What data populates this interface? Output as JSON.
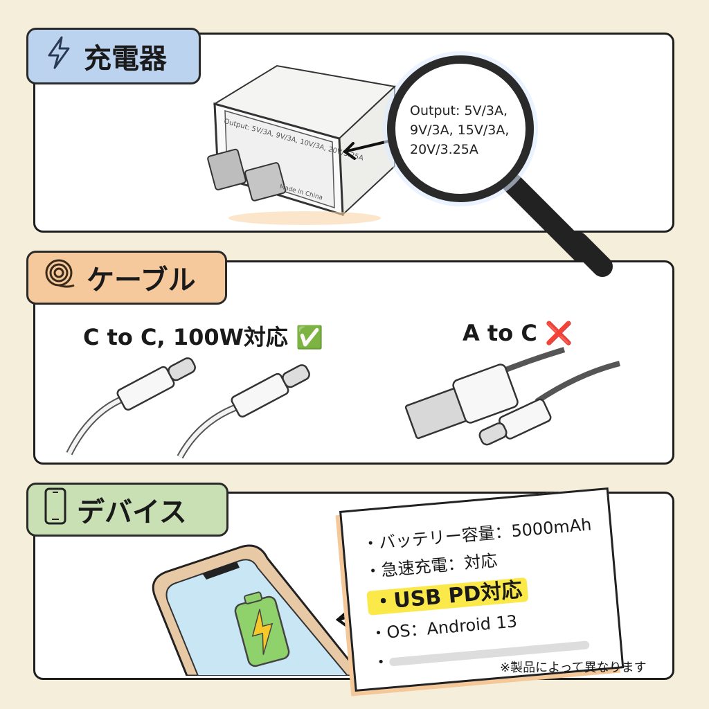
{
  "sections": [
    {
      "title": "充電器",
      "icon": "lightning-icon",
      "color": "#bcd3ef"
    },
    {
      "title": "ケーブル",
      "icon": "coiled-cable-icon",
      "color": "#f6c99c"
    },
    {
      "title": "デバイス",
      "icon": "smartphone-icon",
      "color": "#c8e0b4"
    }
  ],
  "charger": {
    "label_text": "Output: 5V/3A, 9V/3A, 10V/3A, 20V/3.25A",
    "made_in": "Made in China",
    "magnifier_lines": [
      "Output: 5V/3A,",
      "9V/3A, 15V/3A,",
      "20V/3.25A"
    ]
  },
  "cables": {
    "good": {
      "label": "C to C, 100W対応",
      "mark": "✅"
    },
    "bad": {
      "label": "A to C",
      "mark": "❌"
    }
  },
  "device": {
    "specs": [
      "・バッテリー容量：5000mAh",
      "・急速充電：対応",
      "・USB PD対応",
      "・OS：Android 13",
      "・"
    ],
    "note": "※製品によって異なります"
  }
}
